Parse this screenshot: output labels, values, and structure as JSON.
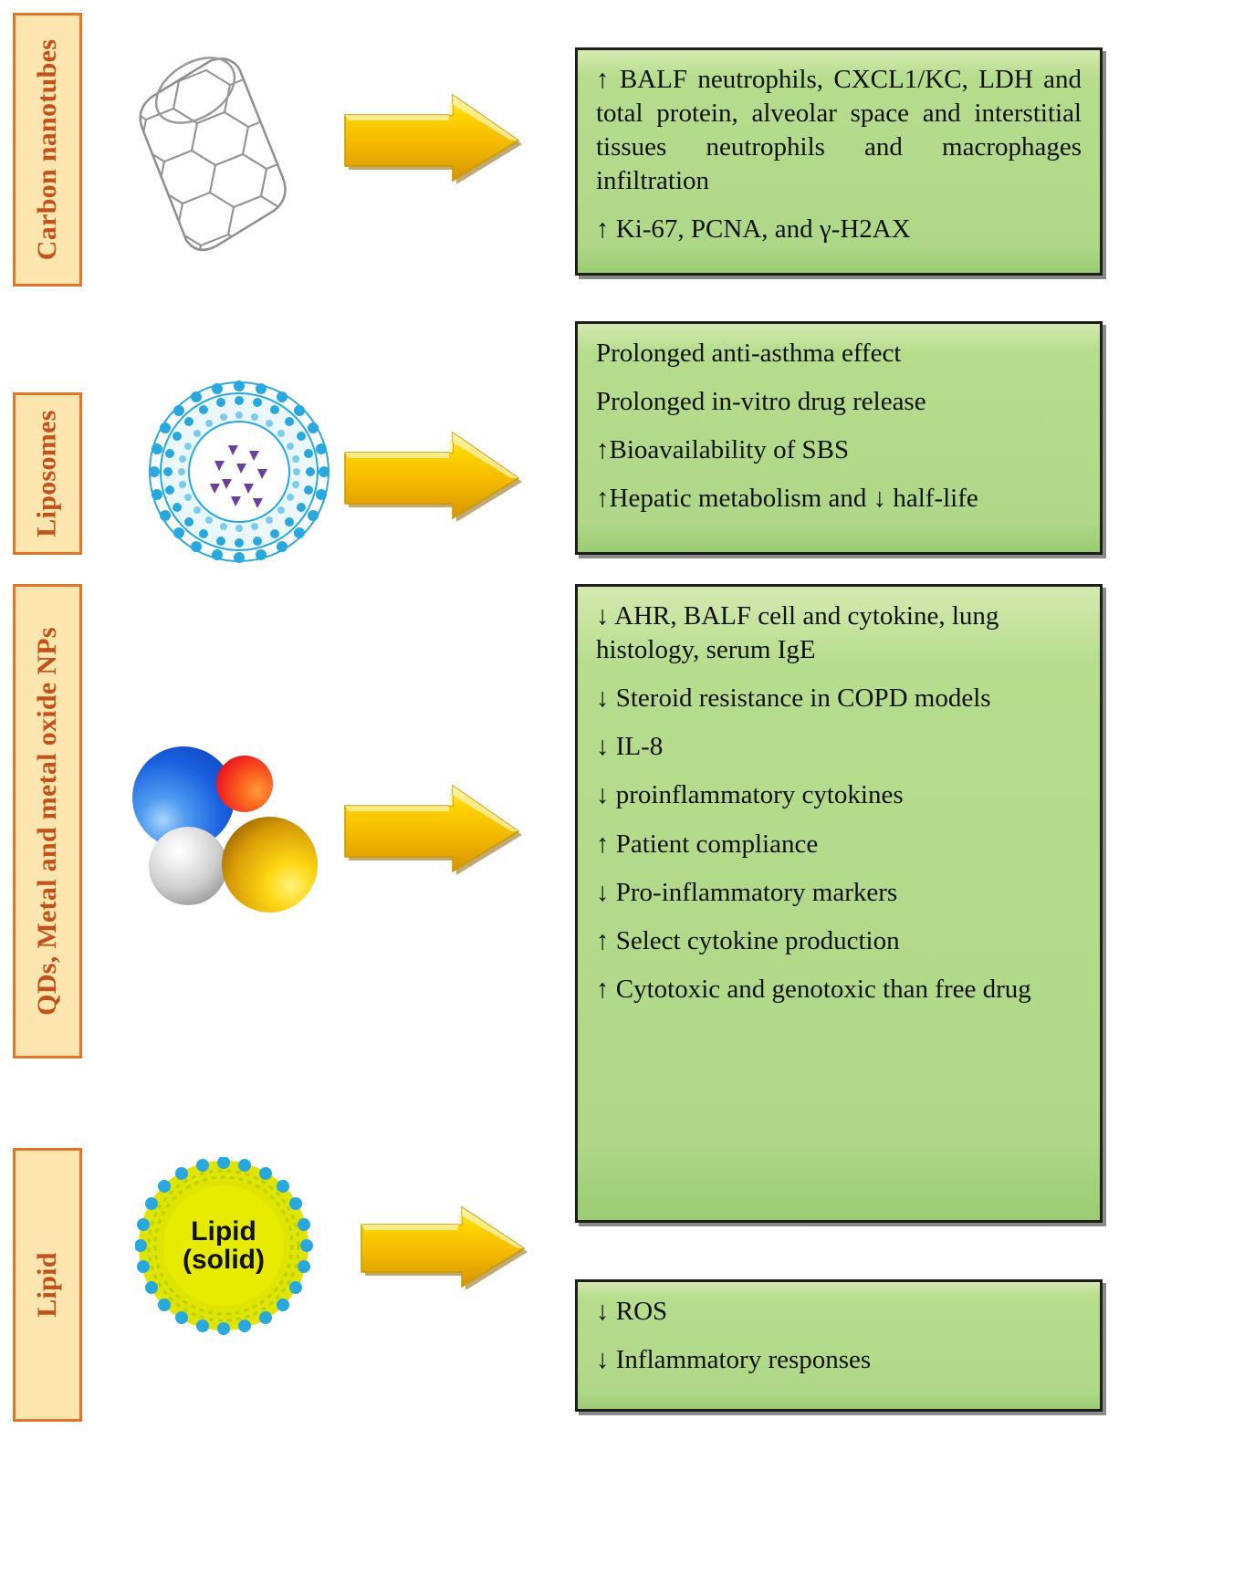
{
  "figure": {
    "type": "flow-diagram",
    "description": "Nanomaterial classes mapped to pulmonary biological outcomes"
  },
  "rows": [
    {
      "id": "carbon-nanotubes",
      "category_label": "Carbon nanotubes",
      "illustration": "carbon-nanotube-mesh-icon",
      "arrow": "right-arrow-icon",
      "outcomes": [
        "↑ BALF neutrophils, CXCL1/KC, LDH and total protein, alveolar space and interstitial tissues neutrophils and macrophages infiltration",
        "↑ Ki-67, PCNA, and γ-H2AX"
      ]
    },
    {
      "id": "liposomes",
      "category_label": "Liposomes",
      "illustration": "liposome-vesicle-icon",
      "arrow": "right-arrow-icon",
      "outcomes": [
        "Prolonged anti-asthma effect",
        "Prolonged in-vitro drug release",
        "↑Bioavailability of SBS",
        " ↑Hepatic metabolism and ↓ half-life"
      ]
    },
    {
      "id": "qds-metal-metal-oxide-nps",
      "category_label": "QDs, Metal and metal oxide NPs",
      "illustration": "metal-nanoparticle-spheres-icon",
      "arrow": "right-arrow-icon",
      "outcomes": [
        "↓ AHR, BALF cell and cytokine, lung histology, serum IgE",
        "↓ Steroid resistance in COPD models",
        "↓ IL-8",
        "↓ proinflammatory cytokines",
        "↑ Patient compliance",
        "↓ Pro-inflammatory markers",
        "↑ Select cytokine production",
        "↑ Cytotoxic and genotoxic than free drug"
      ]
    },
    {
      "id": "lipid",
      "category_label": "Lipid",
      "illustration": "solid-lipid-nanoparticle-icon",
      "illustration_text_line1": "Lipid",
      "illustration_text_line2": "(solid)",
      "arrow": "right-arrow-icon",
      "outcomes": [
        "↓ ROS",
        "↓ Inflammatory responses"
      ]
    }
  ],
  "colors": {
    "label_fill": "#fce5ae",
    "label_border": "#e0762a",
    "label_text": "#c1521a",
    "box_fill": "#aed787",
    "box_border": "#1d1d1d",
    "arrow_gold": "#f5c400",
    "nanotube_gray": "#8a8a8a",
    "liposome_blue": "#29a8e0",
    "liposome_cargo_purple": "#6b3f9e",
    "slnp_yellow": "#e3e800"
  }
}
